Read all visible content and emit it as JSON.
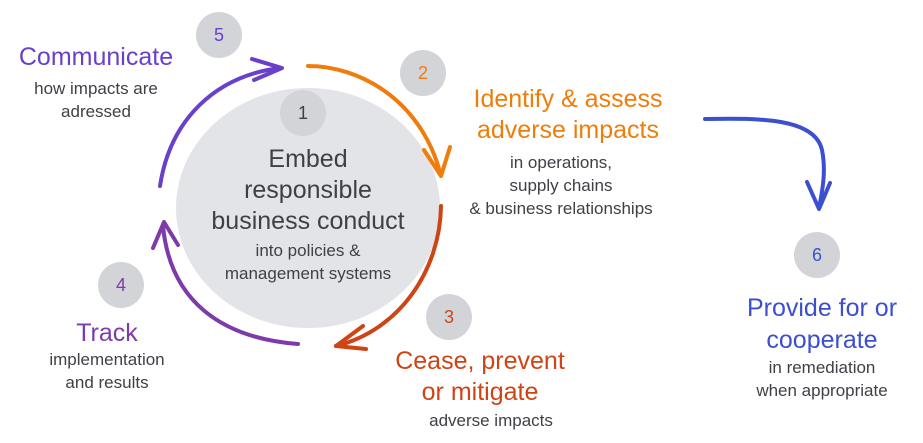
{
  "colors": {
    "purple": "#7d3aa8",
    "violet": "#6a3fc9",
    "orange": "#ef7d0d",
    "red": "#cf4414",
    "blue": "#3b4fd0",
    "gray_text": "#3f3f46",
    "circle": "#e3e4e7",
    "badge": "#d2d4d8"
  },
  "steps": [
    {
      "number": "1",
      "title_lines": [
        "Embed",
        "responsible",
        "business conduct"
      ],
      "sub_lines": [
        "into policies &",
        "management systems"
      ]
    },
    {
      "number": "2",
      "title_lines": [
        "Identify & assess",
        "adverse impacts"
      ],
      "sub_lines": [
        "in operations,",
        "supply chains",
        "& business relationships"
      ]
    },
    {
      "number": "3",
      "title_lines": [
        "Cease, prevent",
        "or mitigate"
      ],
      "sub_lines": [
        "adverse impacts"
      ]
    },
    {
      "number": "4",
      "title_lines": [
        "Track"
      ],
      "sub_lines": [
        "implementation",
        "and results"
      ]
    },
    {
      "number": "5",
      "title_lines": [
        "Communicate"
      ],
      "sub_lines": [
        "how impacts are",
        "adressed"
      ]
    },
    {
      "number": "6",
      "title_lines": [
        "Provide for or",
        "cooperate"
      ],
      "sub_lines": [
        "in remediation",
        "when appropriate"
      ]
    }
  ]
}
